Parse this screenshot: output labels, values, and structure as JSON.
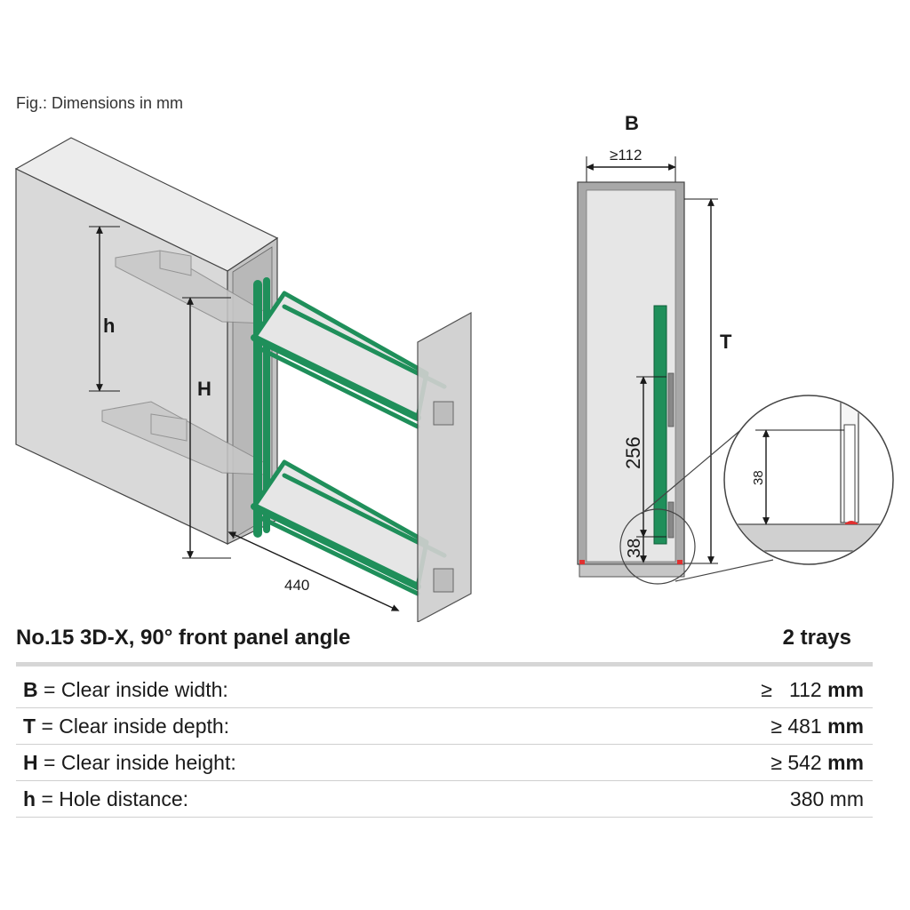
{
  "figure": {
    "caption": "Fig.: Dimensions in mm",
    "side_view": {
      "h": "h",
      "H": "H",
      "depth": "440"
    },
    "section_view": {
      "B": "B",
      "width": "≥112",
      "T": "T",
      "spacing": "256",
      "offset": "38",
      "detail_offset": "38"
    }
  },
  "product": {
    "title": "No.15 3D-X, 90° front panel angle",
    "trays": "2 trays"
  },
  "specs": [
    {
      "letter": "B",
      "eq": "=",
      "label": "Clear inside width:",
      "prefix": "≥",
      "value": "112",
      "unit": "mm",
      "unit_bold": true
    },
    {
      "letter": "T",
      "eq": "=",
      "label": "Clear inside depth:",
      "prefix": "≥",
      "value": "481",
      "unit": "mm",
      "unit_bold": true
    },
    {
      "letter": "H",
      "eq": "=",
      "label": "Clear inside height:",
      "prefix": "≥",
      "value": "542",
      "unit": "mm",
      "unit_bold": true
    },
    {
      "letter": "h",
      "eq": "=",
      "label": "Hole distance:",
      "prefix": "",
      "value": "380",
      "unit": "mm",
      "unit_bold": false
    }
  ],
  "colors": {
    "rack_green": "#1f8f5a",
    "cabinet_grey": "#d9d9d9",
    "panel_grey": "#c9c9c9",
    "foot_red": "#e03030"
  }
}
